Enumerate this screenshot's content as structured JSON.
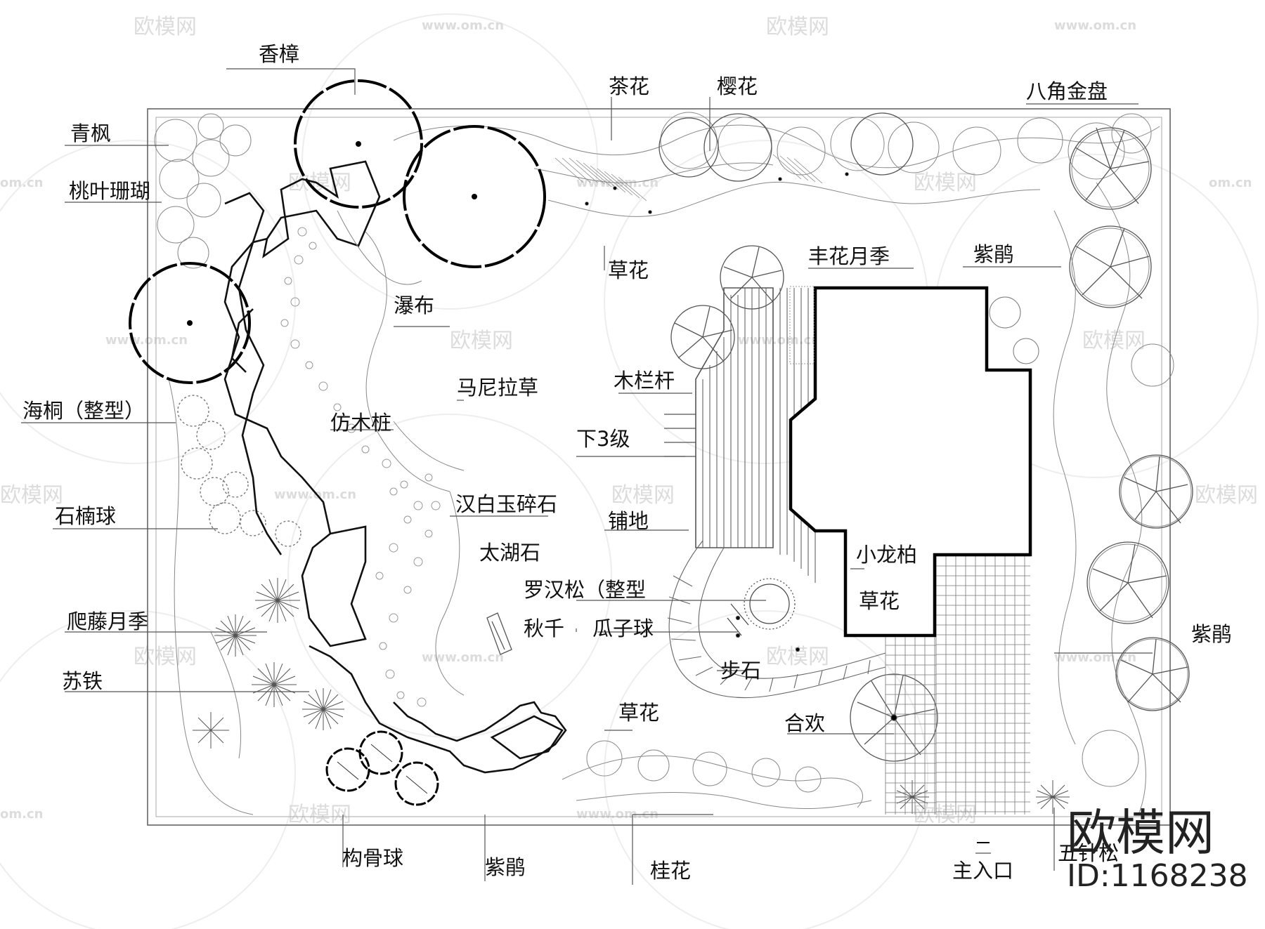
{
  "labels": {
    "xiangzhang": "香樟",
    "qingfeng": "青枫",
    "taoye_shanhu": "桃叶珊瑚",
    "haitong": "海桐（整型）",
    "shinan_qiu": "石楠球",
    "pateng_yueji": "爬藤月季",
    "sutie": "苏铁",
    "gougu_qiu": "构骨球",
    "zijuan_bottom": "紫鹃",
    "guihua": "桂花",
    "chahua": "茶花",
    "yinghua": "樱花",
    "bajiao_jinpan": "八角金盘",
    "caohua_top": "草花",
    "fenghua_yueji": "丰花月季",
    "zijuan_top": "紫鹃",
    "pubu": "瀑布",
    "manila_cao": "马尼拉草",
    "mu_langan": "木栏杆",
    "xia_3_ji": "下3级",
    "fangmu_zhuang": "仿木桩",
    "hanbaiyu_suishi": "汉白玉碎石",
    "pudi": "铺地",
    "taihu_shi": "太湖石",
    "xiaolong_bai": "小龙柏",
    "luohan_song": "罗汉松（整型",
    "caohua_house": "草花",
    "qiuqian": "秋千",
    "guazi_qiu": "瓜子球",
    "bushi": "步石",
    "caohua_bottom": "草花",
    "hehuan": "合欢",
    "zijuan_right": "紫鹃",
    "zhu_rukou": "主入口",
    "wuzhen_song": "五针松"
  },
  "watermark": {
    "brand": "欧模网",
    "url": "www.om.cn",
    "url_short": "om.cn",
    "id": "ID:1168238"
  }
}
